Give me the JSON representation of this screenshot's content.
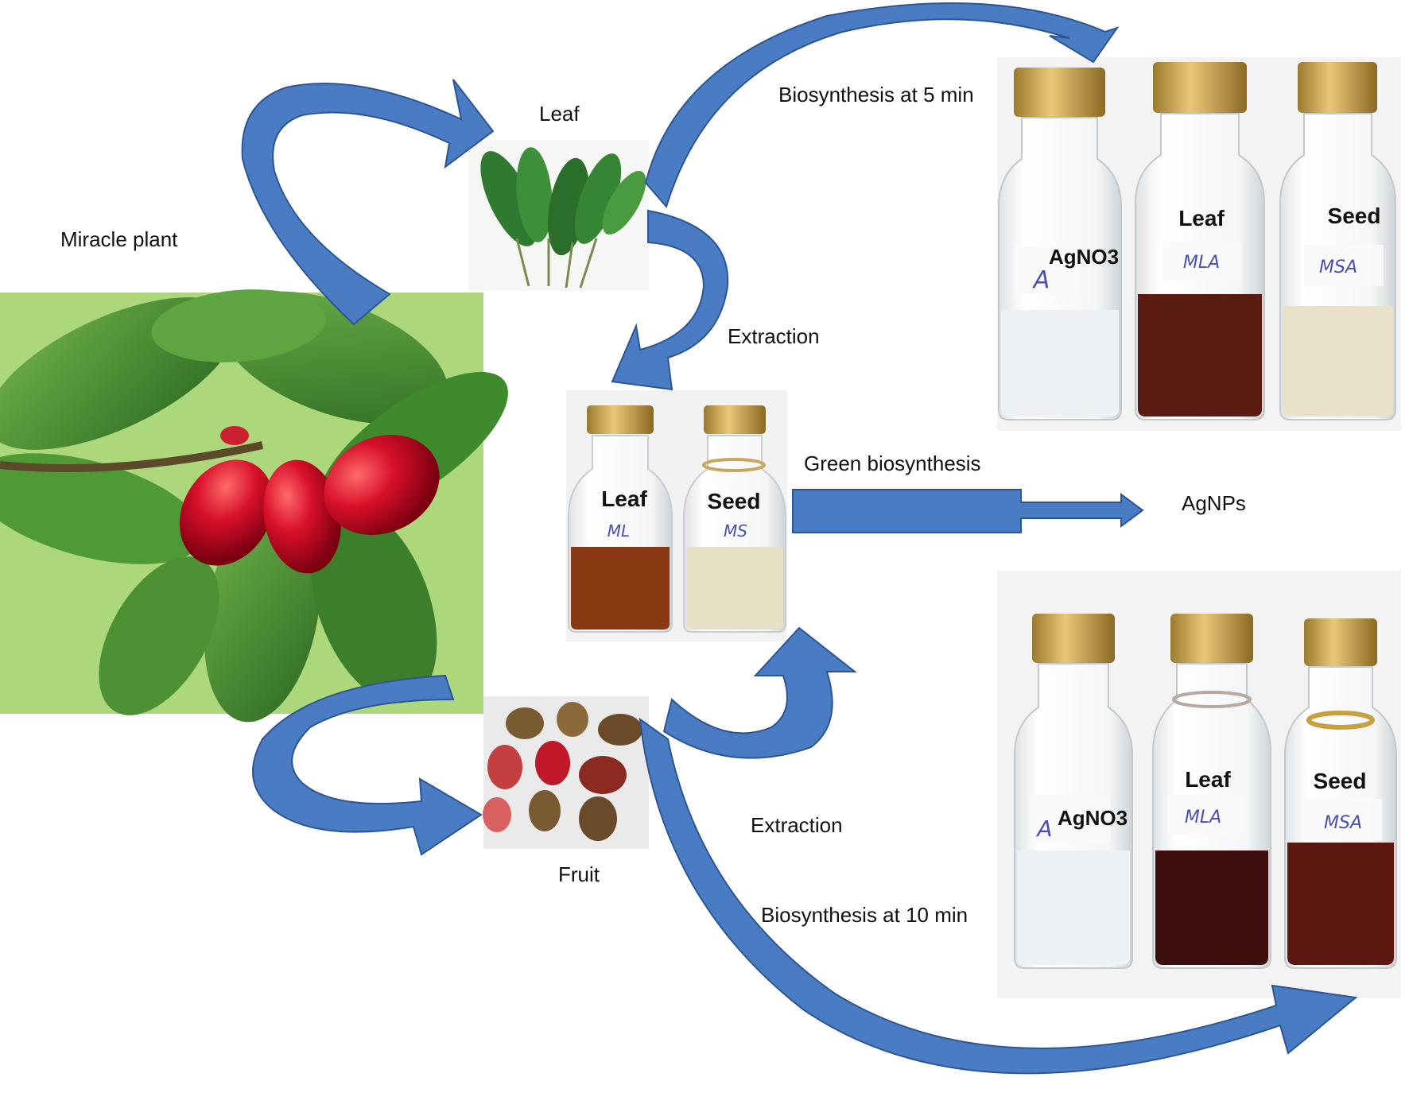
{
  "labels": {
    "miracle_plant": "Miracle plant",
    "leaf": "Leaf",
    "fruit": "Fruit",
    "extraction_top": "Extraction",
    "extraction_bottom": "Extraction",
    "biosynthesis_5": "Biosynthesis at 5 min",
    "biosynthesis_10": "Biosynthesis at 10 min",
    "green_biosynthesis": "Green biosynthesis",
    "agnps": "AgNPs"
  },
  "extract_bottles": {
    "leaf": {
      "label": "Leaf",
      "tag": "ML",
      "color": "#8a3a12"
    },
    "seed": {
      "label": "Seed",
      "tag": "MS",
      "color": "#e6e0c4"
    }
  },
  "vials_5min": {
    "agno3": {
      "label": "AgNO3",
      "tag": "A",
      "color": "#eef1f3"
    },
    "leaf": {
      "label": "Leaf",
      "tag": "MLA",
      "color": "#5a1c12"
    },
    "seed": {
      "label": "Seed",
      "tag": "MSA",
      "color": "#e9e2c8"
    }
  },
  "vials_10min": {
    "agno3": {
      "label": "AgNO3",
      "tag": "A",
      "color": "#eef1f3"
    },
    "leaf": {
      "label": "Leaf",
      "tag": "MLA",
      "color": "#3d0f0c"
    },
    "seed": {
      "label": "Seed",
      "tag": "MSA",
      "color": "#5c1810"
    }
  },
  "colors": {
    "arrow_fill": "#4a7cc4",
    "arrow_stroke": "#2c5596",
    "cap_gold": "#c9a24a"
  }
}
